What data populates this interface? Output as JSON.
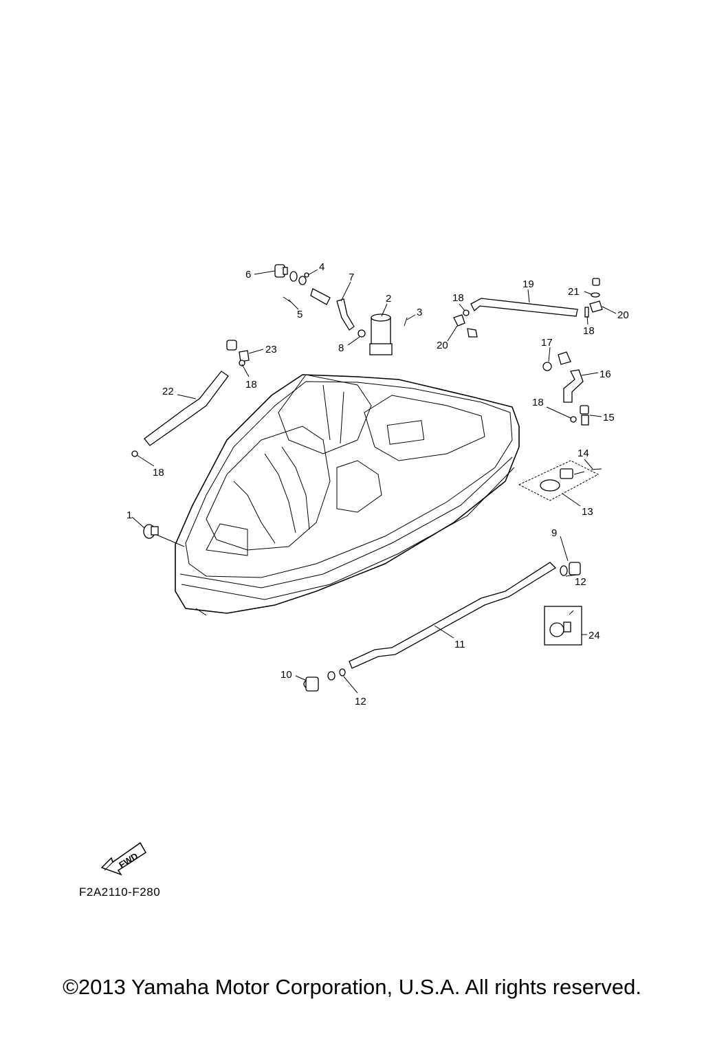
{
  "diagram_code": "F2A2110-F280",
  "copyright": "©2013 Yamaha Motor Corporation, U.S.A. All rights reserved.",
  "fwd_label": "FWD",
  "callouts": {
    "c1": "1",
    "c2": "2",
    "c3": "3",
    "c4": "4",
    "c5": "5",
    "c6": "6",
    "c7": "7",
    "c8": "8",
    "c9": "9",
    "c10": "10",
    "c11": "11",
    "c12a": "12",
    "c12b": "12",
    "c13": "13",
    "c14": "14",
    "c15": "15",
    "c16": "16",
    "c17": "17",
    "c18a": "18",
    "c18b": "18",
    "c18c": "18",
    "c18d": "18",
    "c18e": "18",
    "c19": "19",
    "c20a": "20",
    "c20b": "20",
    "c21": "21",
    "c22": "22",
    "c23": "23",
    "c24": "24"
  }
}
